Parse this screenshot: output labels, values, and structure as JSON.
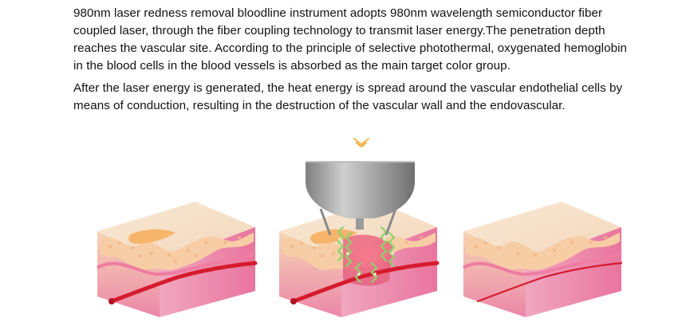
{
  "content": {
    "paragraphs": [
      "980nm laser redness removal bloodline instrument adopts 980nm wavelength semiconductor fiber coupled laser, through the fiber coupling technology to transmit laser energy.The penetration depth reaches the vascular site. According to the principle of selective photothermal, oxygenated hemoglobin in the blood cells in the blood vessels is absorbed as the main target color group.",
      "After the laser energy is generated, the heat energy is spread around the vascular endothelial cells by means of conduction, resulting in the destruction of the vascular wall and the endovascular."
    ]
  },
  "illustration": {
    "panels": [
      "skin-before-treatment",
      "skin-during-laser-treatment",
      "skin-after-treatment"
    ],
    "icons": [
      "chevron-down-icon",
      "laser-handpiece-icon"
    ],
    "colors": {
      "text": "#111111",
      "chevron": "#f2b24a",
      "skin_top": "#f6e0c9",
      "fat_layer": "#f5caa9",
      "dermis": "#f08cae",
      "dermis_side": "#ef7ba1",
      "blood_vessel": "#d51b2d",
      "laser_glow": "#8fd16a",
      "handpiece": "#a8a8a8"
    }
  }
}
